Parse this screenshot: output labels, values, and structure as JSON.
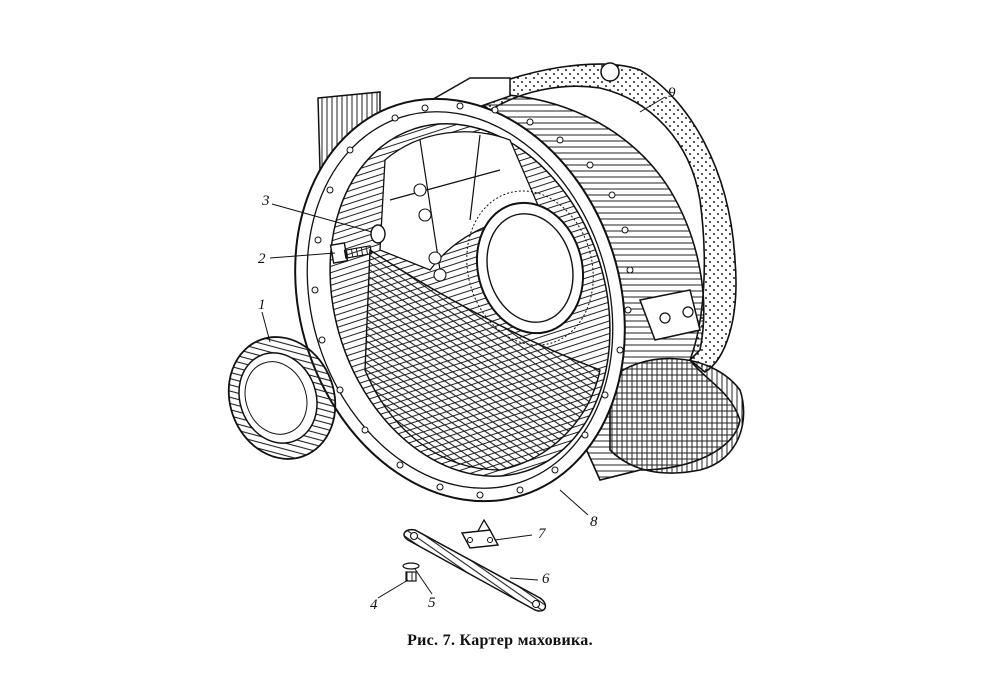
{
  "figure": {
    "caption": "Рис. 7. Картер маховика.",
    "callouts": [
      {
        "id": "1",
        "label": "1"
      },
      {
        "id": "2",
        "label": "2"
      },
      {
        "id": "3",
        "label": "3"
      },
      {
        "id": "4",
        "label": "4"
      },
      {
        "id": "5",
        "label": "5"
      },
      {
        "id": "6",
        "label": "6"
      },
      {
        "id": "7",
        "label": "7"
      },
      {
        "id": "8",
        "label": "8"
      },
      {
        "id": "9",
        "label": "9"
      }
    ]
  }
}
